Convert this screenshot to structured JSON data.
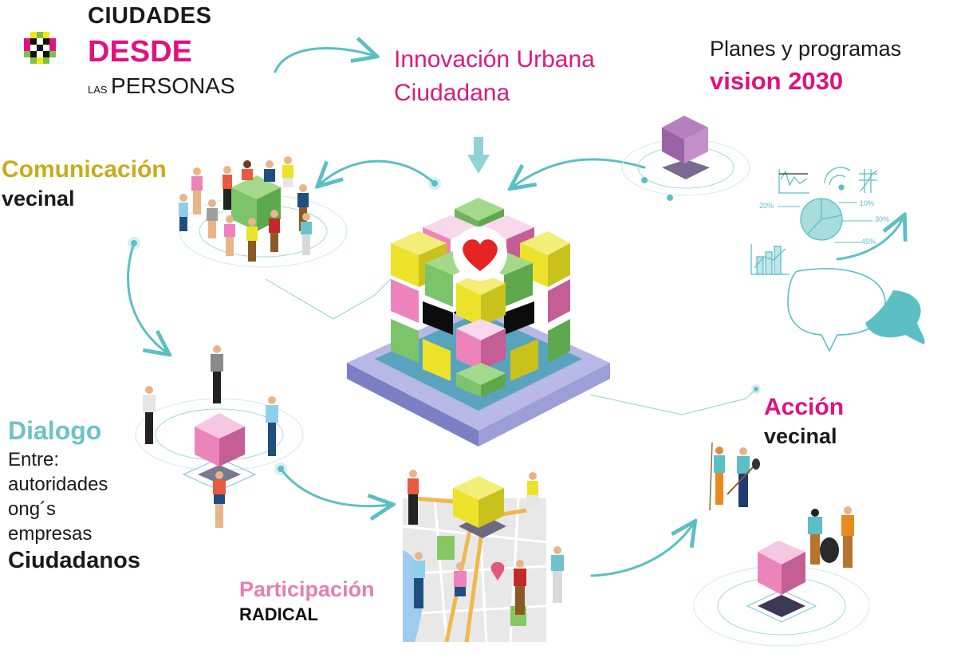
{
  "logo": {
    "line1": "CIUDADES",
    "line2": "DESDE",
    "line3_small": "LAS",
    "line3": "PERSONAS",
    "colors": {
      "magenta": "#e0127e",
      "yellow": "#f5e516",
      "green": "#7fc04b",
      "black": "#111111"
    }
  },
  "top_center": {
    "line1": "Innovación Urbana",
    "line2": "Ciudadana"
  },
  "top_right": {
    "line1": "Planes y programas",
    "line2": "vision 2030"
  },
  "nodes": {
    "comunicacion": {
      "title": "Comunicación",
      "subtitle": "vecinal"
    },
    "dialogo": {
      "title": "Dialogo",
      "lines": [
        "Entre:",
        "autoridades",
        "ong´s",
        "empresas"
      ],
      "emphasis": "Ciudadanos"
    },
    "participacion": {
      "title": "Participación",
      "subtitle": "RADICAL"
    },
    "accion": {
      "title": "Acción",
      "subtitle": "vecinal"
    }
  },
  "sketch_charts": {
    "pie_labels": [
      "20%",
      "10%",
      "30%",
      "45%"
    ]
  },
  "center": {
    "heart_icon": "heart-icon"
  },
  "colors": {
    "teal": "#5cbfc4",
    "magenta": "#e0127e",
    "gold": "#c9ab1a",
    "dialog_teal": "#6cc3c8",
    "pink": "#e57eb5",
    "dark": "#1a1a1a",
    "cube_green": "#7cc46a",
    "cube_yellow": "#ece22a",
    "cube_pink": "#ec84bb",
    "cube_black": "#0c0c0c",
    "base_purple": "#8f8fd0"
  }
}
